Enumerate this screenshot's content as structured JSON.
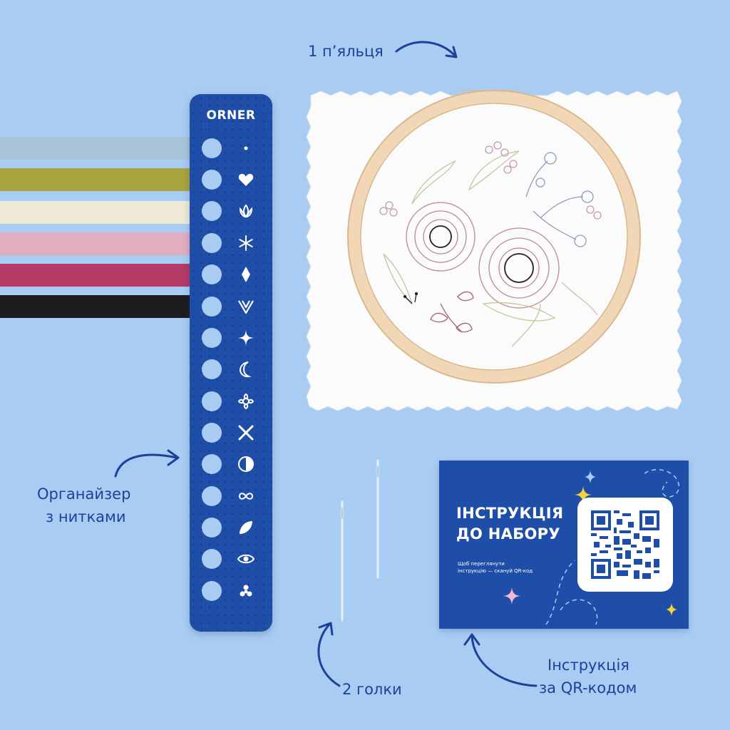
{
  "labels": {
    "hoop": "1 п’яльця",
    "organizer_line1": "Органайзер",
    "organizer_line2": "з нитками",
    "needles": "2 голки",
    "instruction_line1": "Інструкція",
    "instruction_line2": "за QR-кодом"
  },
  "organizer": {
    "brand": "ORNER",
    "color": "#1f4ea8",
    "symbols": [
      "dot-icon",
      "heart-icon",
      "lotus-icon",
      "snowflake-icon",
      "diamond-icon",
      "chevron-icon",
      "sparkle-icon",
      "moon-icon",
      "flower-icon",
      "cross-icon",
      "half-circle-icon",
      "infinity-icon",
      "leaf-icon",
      "eye-icon",
      "trefoil-icon"
    ]
  },
  "threads": [
    {
      "name": "light-blue",
      "color": "#a8c3d9"
    },
    {
      "name": "olive",
      "color": "#a9a43e"
    },
    {
      "name": "cream",
      "color": "#eeead6"
    },
    {
      "name": "pink",
      "color": "#e3adc0"
    },
    {
      "name": "crimson",
      "color": "#b63a66"
    },
    {
      "name": "black",
      "color": "#1c1c1e"
    }
  ],
  "card": {
    "title_line1": "ІНСТРУКЦІЯ",
    "title_line2": "ДО НАБОРУ",
    "subtitle_line1": "Щоб переглянути",
    "subtitle_line2": "інструкцію — скануй QR-код",
    "color": "#1f4ea8"
  },
  "colors": {
    "background": "#a9cdf2",
    "accent_text": "#1f3f9a",
    "hoop": "#f1d7b6",
    "star_yellow": "#f5d33a",
    "star_pink": "#f3b9cf"
  }
}
